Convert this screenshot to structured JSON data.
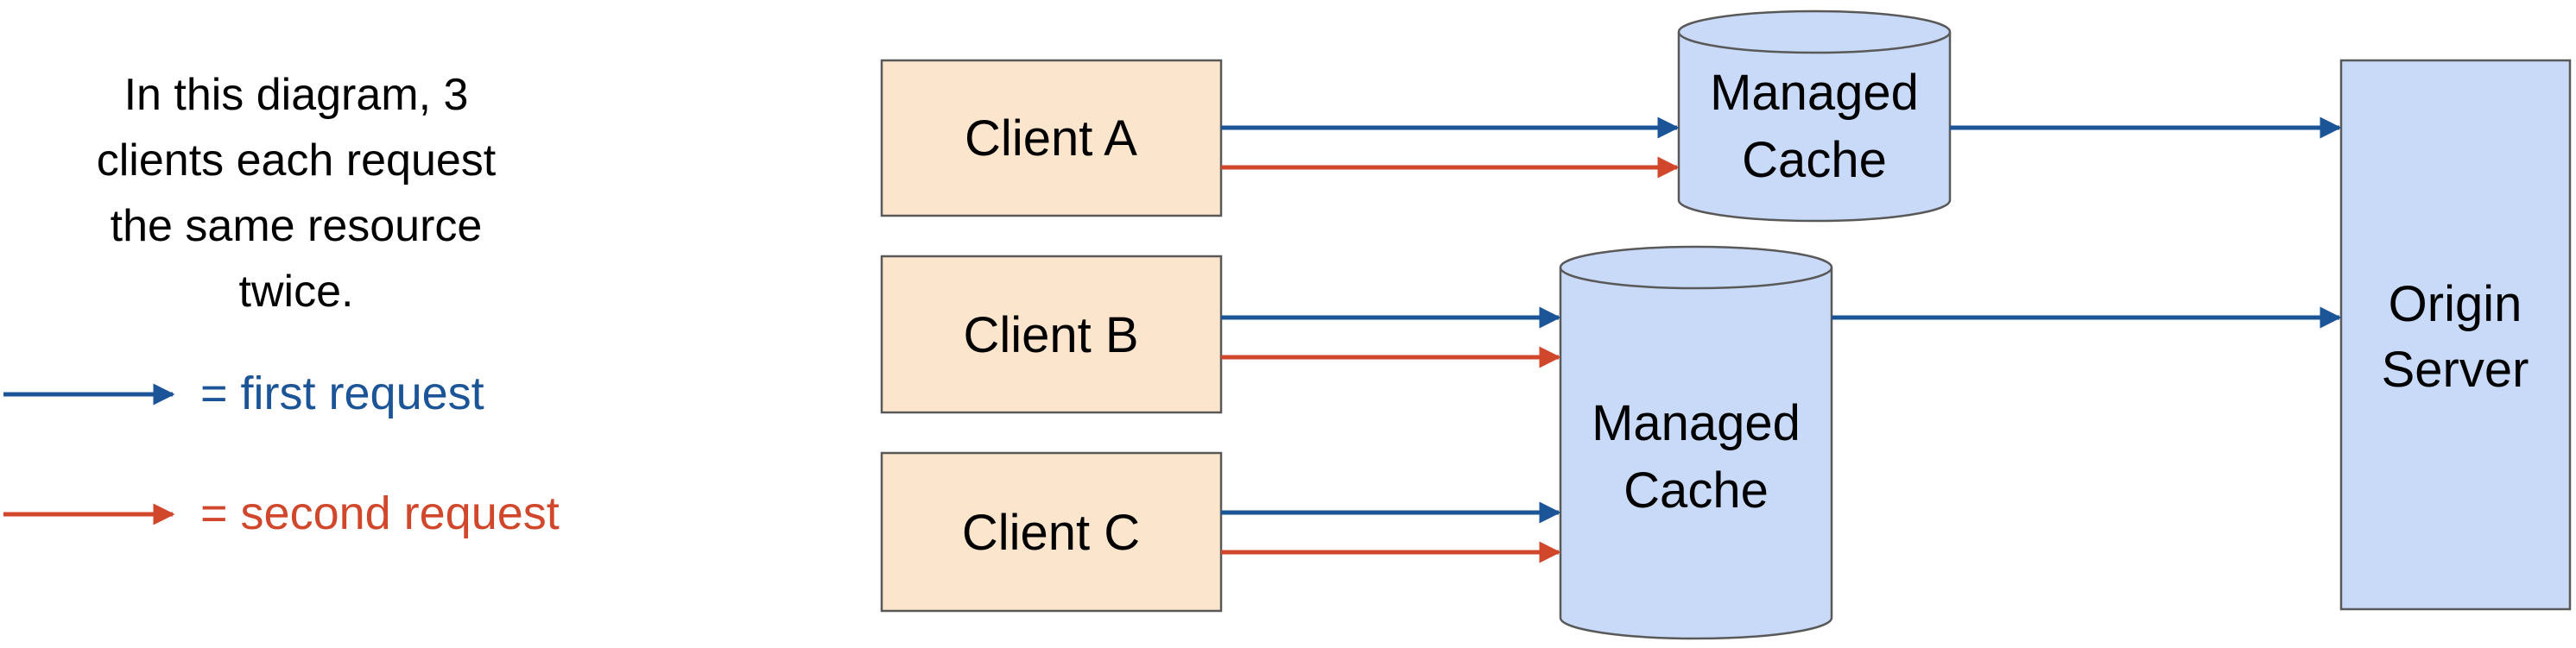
{
  "caption": {
    "lines": [
      "In this diagram, 3",
      "clients each request",
      "the same resource",
      "twice."
    ]
  },
  "legend": {
    "first": {
      "label": "= first request",
      "color": "#1b5497"
    },
    "second": {
      "label": "= second request",
      "color": "#d0472c"
    }
  },
  "clients": [
    {
      "label": "Client A"
    },
    {
      "label": "Client B"
    },
    {
      "label": "Client C"
    }
  ],
  "caches": [
    {
      "lines": [
        "Managed",
        "Cache"
      ]
    },
    {
      "lines": [
        "Managed",
        "Cache"
      ]
    }
  ],
  "origin": {
    "lines": [
      "Origin",
      "Server"
    ]
  },
  "colors": {
    "client_fill": "#fce5cd",
    "cache_fill": "#c9daf8",
    "stroke": "#595959"
  }
}
